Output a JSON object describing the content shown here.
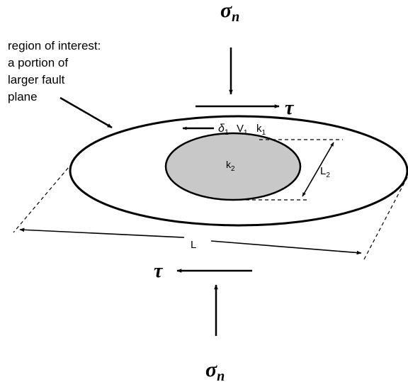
{
  "labels": {
    "region_line1": "region of interest:",
    "region_line2": "a portion of",
    "region_line3": "larger fault",
    "region_line4": "plane",
    "sigma_base": "σ",
    "sigma_sub": "n",
    "tau": "τ",
    "delta_base": "δ",
    "delta_sub": "1",
    "v_base": "V",
    "v_sub": "1",
    "k1_base": "k",
    "k1_sub": "1",
    "k2_base": "k",
    "k2_sub": "2",
    "l2_base": "L",
    "l2_sub": "2",
    "l_label": "L"
  },
  "colors": {
    "line": "#000000",
    "patch_fill": "#c8c8c8",
    "background": "#ffffff"
  }
}
